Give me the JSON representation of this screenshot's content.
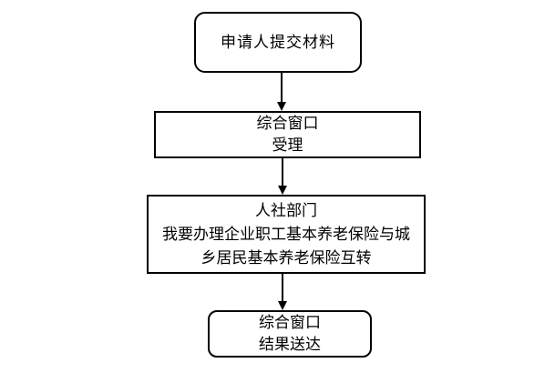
{
  "diagram": {
    "background": "#ffffff",
    "line_color": "#000000",
    "nodes": {
      "start": {
        "shape": "rounded-rectangle",
        "lines": {
          "l1": "申请人提交材料"
        }
      },
      "accept": {
        "shape": "rectangle",
        "lines": {
          "l1": "综合窗口",
          "l2": "受理"
        }
      },
      "dept": {
        "shape": "rectangle",
        "lines": {
          "l1": "人社部门",
          "l2": "我要办理企业职工基本养老保险与城",
          "l3": "乡居民基本养老保险互转"
        }
      },
      "result": {
        "shape": "rounded-rectangle",
        "lines": {
          "l1": "综合窗口",
          "l2": "结果送达"
        }
      }
    },
    "edges": [
      {
        "from": "start",
        "to": "accept",
        "style": "arrow-down"
      },
      {
        "from": "accept",
        "to": "dept",
        "style": "arrow-down"
      },
      {
        "from": "dept",
        "to": "result",
        "style": "arrow-down"
      }
    ]
  }
}
